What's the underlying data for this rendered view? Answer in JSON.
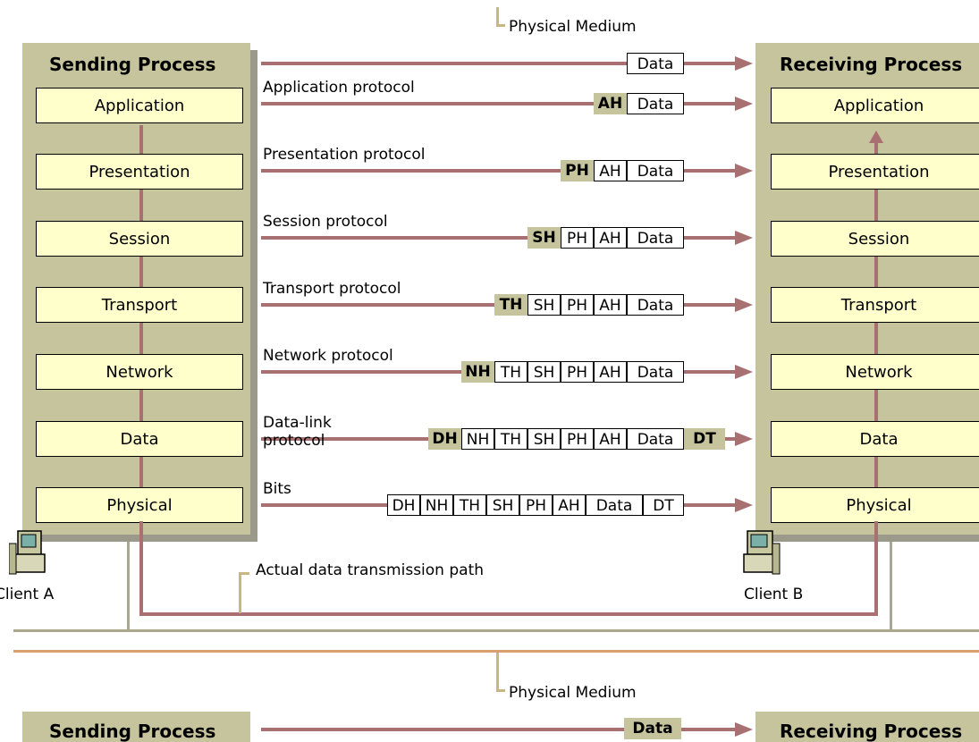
{
  "top_medium_label": "Physical Medium",
  "bottom_medium_label": "Physical Medium",
  "sending_title": "Sending Process",
  "receiving_title": "Receiving Process",
  "layers": [
    "Application",
    "Presentation",
    "Session",
    "Transport",
    "Network",
    "Data",
    "Physical"
  ],
  "rows": [
    {
      "label": "",
      "headers": [
        "Data"
      ],
      "highlight": [],
      "trailer": ""
    },
    {
      "label": "Application protocol",
      "headers": [
        "AH",
        "Data"
      ],
      "highlight": [
        "AH"
      ],
      "trailer": ""
    },
    {
      "label": "Presentation protocol",
      "headers": [
        "PH",
        "AH",
        "Data"
      ],
      "highlight": [
        "PH"
      ],
      "trailer": ""
    },
    {
      "label": "Session protocol",
      "headers": [
        "SH",
        "PH",
        "AH",
        "Data"
      ],
      "highlight": [
        "SH"
      ],
      "trailer": ""
    },
    {
      "label": "Transport protocol",
      "headers": [
        "TH",
        "SH",
        "PH",
        "AH",
        "Data"
      ],
      "highlight": [
        "TH"
      ],
      "trailer": ""
    },
    {
      "label": "Network protocol",
      "headers": [
        "NH",
        "TH",
        "SH",
        "PH",
        "AH",
        "Data"
      ],
      "highlight": [
        "NH"
      ],
      "trailer": ""
    },
    {
      "label": "Data-link protocol",
      "headers": [
        "DH",
        "NH",
        "TH",
        "SH",
        "PH",
        "AH",
        "Data"
      ],
      "highlight": [
        "DH"
      ],
      "trailer": "DT"
    },
    {
      "label": "Bits",
      "headers": [
        "DH",
        "NH",
        "TH",
        "SH",
        "PH",
        "AH",
        "Data",
        "DT"
      ],
      "highlight": [],
      "trailer": ""
    }
  ],
  "client_a": "Client A",
  "client_b": "Client B",
  "path_label": "Actual data transmission path",
  "bottom_data_label": "Data",
  "colors": {
    "panel": "#c6c49c",
    "layer_fill": "#ffffcc",
    "arrow": "#a87070",
    "medium": "#c8b880",
    "frame": "#aaa88a"
  }
}
